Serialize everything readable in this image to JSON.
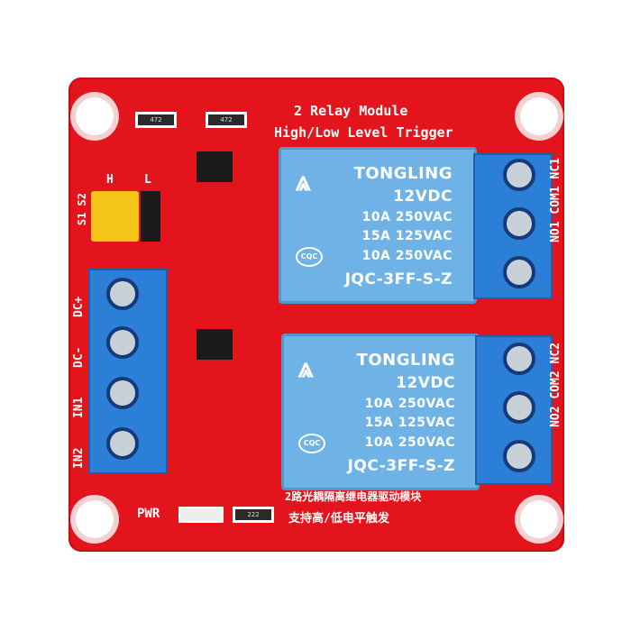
{
  "board": {
    "title_line1": "2 Relay Module",
    "title_line2": "High/Low Level Trigger",
    "chinese_line1": "2路光耦隔离继电器驱动模块",
    "chinese_line2": "支持高/低电平触发",
    "pwr_label": "PWR",
    "jumper_high": "H",
    "jumper_low": "L",
    "jumper_labels": "S1 S2",
    "input_labels": [
      "DC+",
      "DC-",
      "IN1",
      "IN2"
    ],
    "relay1_outputs": "NO1 COM1 NC1",
    "relay2_outputs": "NO2 COM2 NC2",
    "resistor_codes": [
      "472",
      "472",
      "222"
    ],
    "colors": {
      "pcb": "#e3141b",
      "relay": "#6fb3e6",
      "terminal": "#2c7fd6",
      "jumper": "#f5c518"
    }
  },
  "relay": {
    "brand": "TONGLING",
    "coil": "12VDC",
    "rating1": "10A 250VAC",
    "rating2": "15A 125VAC",
    "rating3": "10A 250VAC",
    "model": "JQC-3FF-S-Z",
    "cqc": "CQC"
  }
}
